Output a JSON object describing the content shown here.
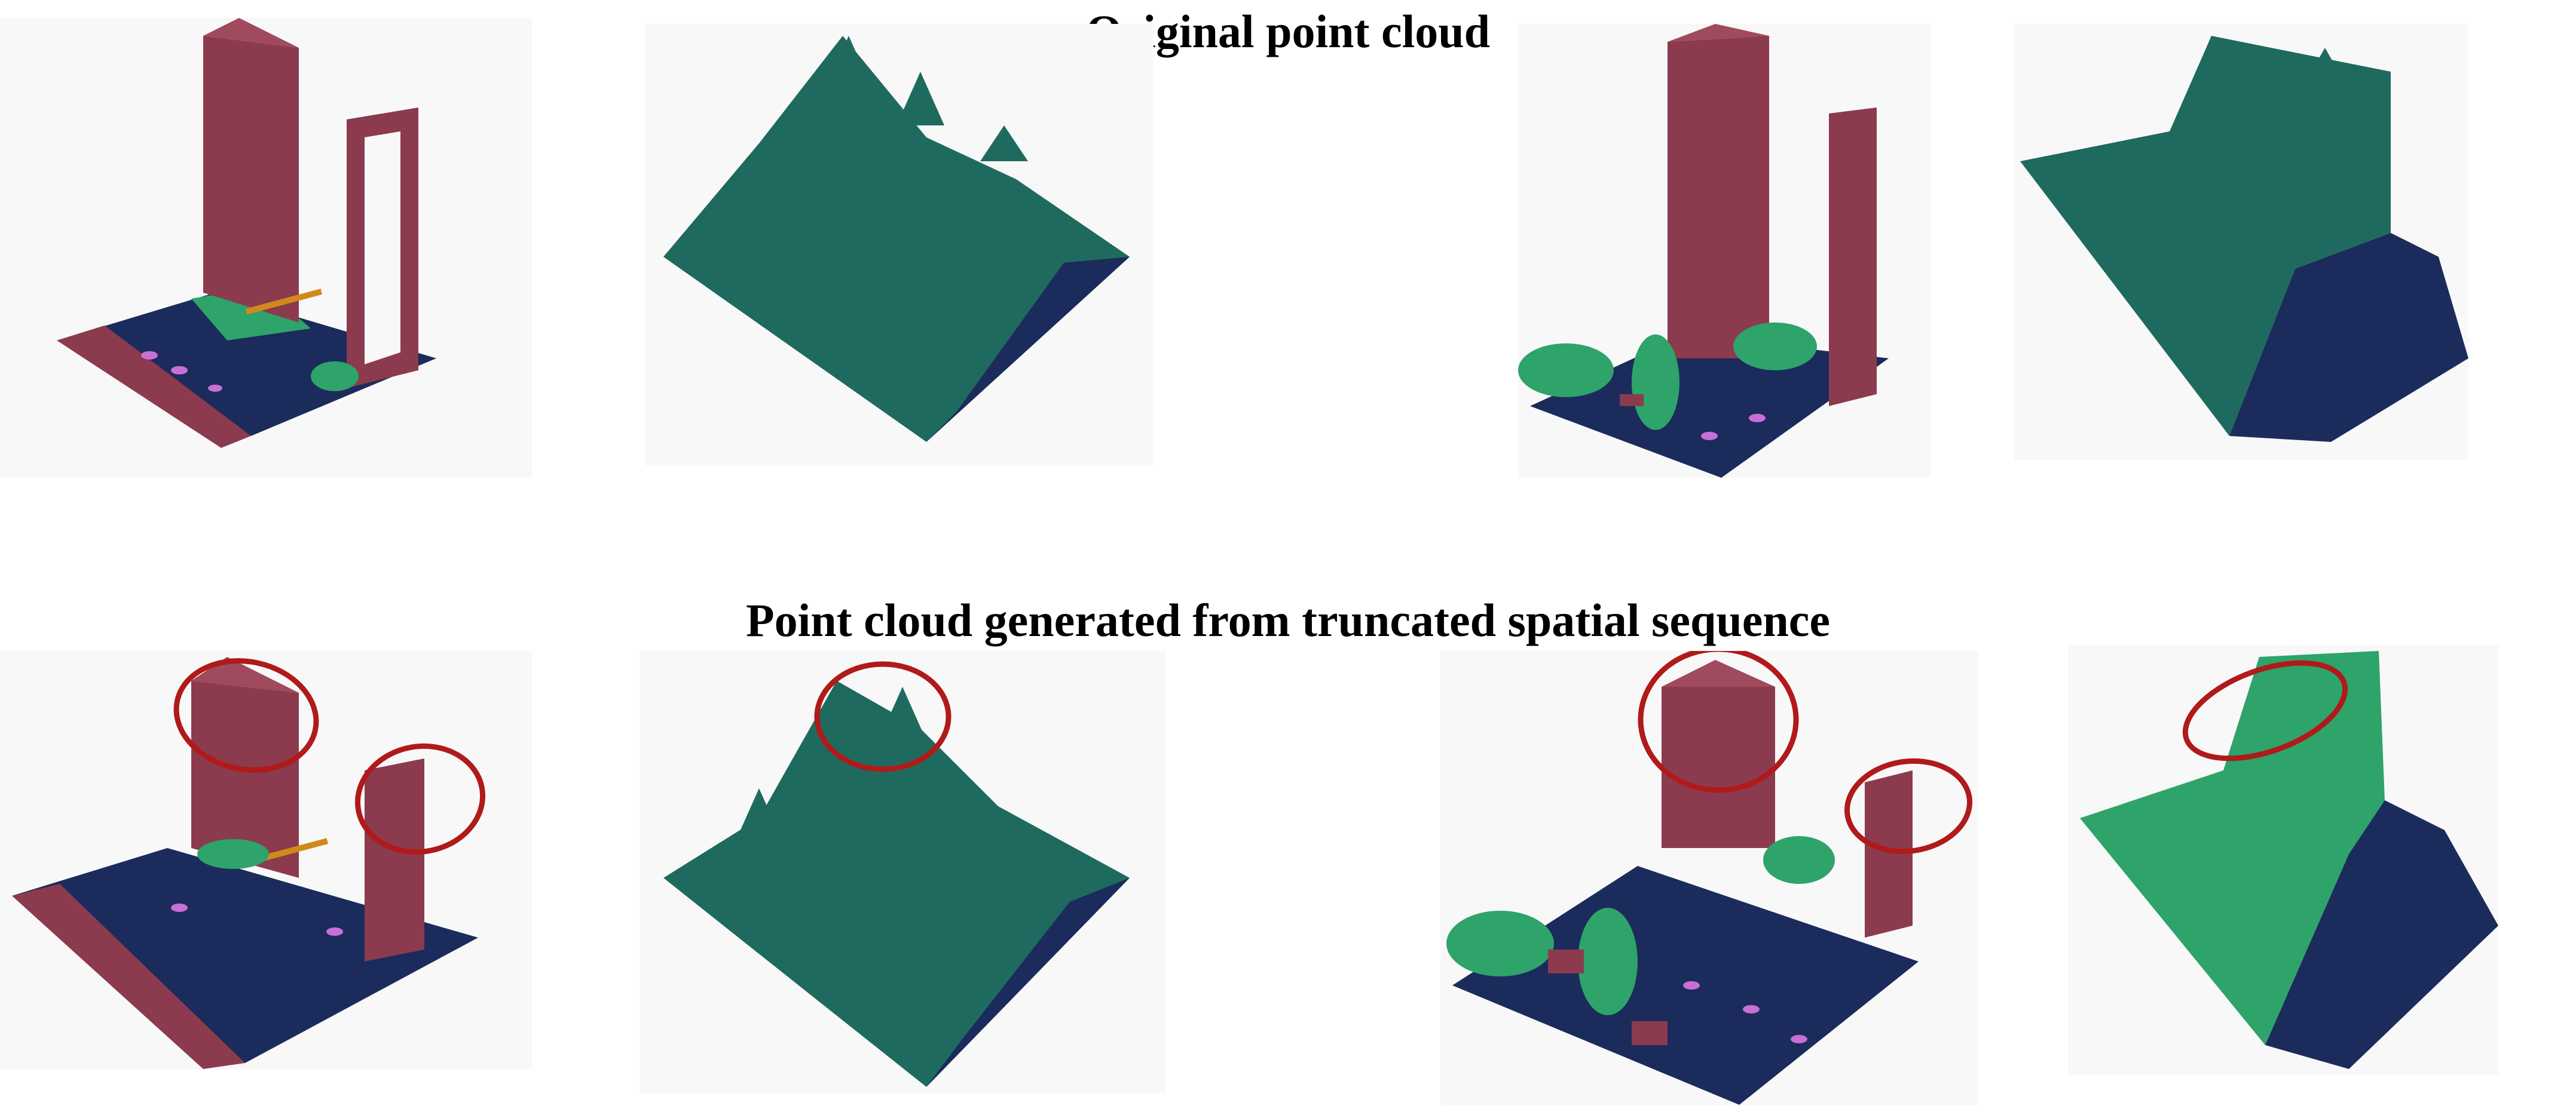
{
  "top_title": "Original point cloud",
  "bottom_title": "Point cloud generated from truncated spatial sequence",
  "colors": {
    "building": "#8c3a4e",
    "tree": "#1f6a5e",
    "vegetation": "#2ea36a",
    "ground": "#1b2b5c",
    "car": "#c86fd6",
    "fence": "#d18a1a",
    "clutter": "#b04a10",
    "highlight": "#b01a1a"
  },
  "rows": [
    {
      "label": "original",
      "panels": [
        "city-block-a",
        "forest-a",
        "city-block-b",
        "forest-b"
      ]
    },
    {
      "label": "generated",
      "panels": [
        "city-block-a",
        "forest-a",
        "city-block-b",
        "forest-b"
      ]
    }
  ]
}
